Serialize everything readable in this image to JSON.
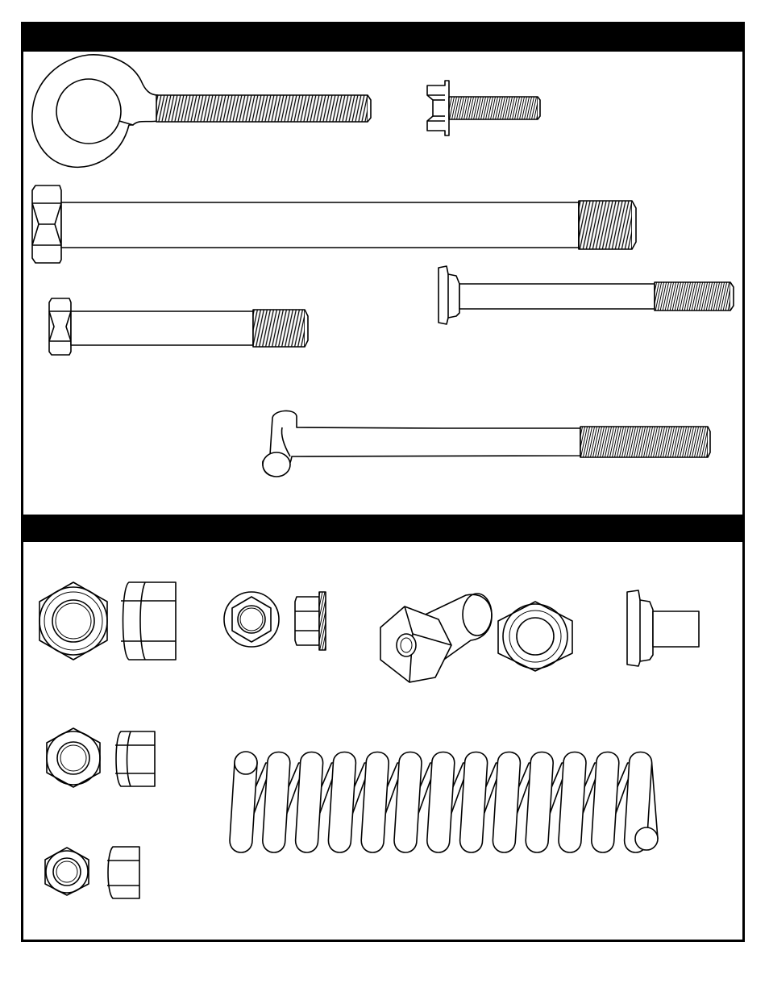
{
  "sections": [
    {
      "id": "bolts",
      "heading": ""
    },
    {
      "id": "nuts-and-spring",
      "heading": ""
    }
  ],
  "colors": {
    "ink": "#000000",
    "paper": "#ffffff"
  },
  "parts": [
    {
      "name": "eye-bolt"
    },
    {
      "name": "flange-bolt"
    },
    {
      "name": "long-hex-bolt"
    },
    {
      "name": "carriage-stud"
    },
    {
      "name": "short-hex-bolt"
    },
    {
      "name": "j-bolt"
    },
    {
      "name": "large-lock-nut"
    },
    {
      "name": "flange-nut"
    },
    {
      "name": "cap-nut"
    },
    {
      "name": "hex-nut"
    },
    {
      "name": "spacer"
    },
    {
      "name": "medium-lock-nut"
    },
    {
      "name": "small-lock-nut"
    },
    {
      "name": "coil-spring"
    }
  ]
}
